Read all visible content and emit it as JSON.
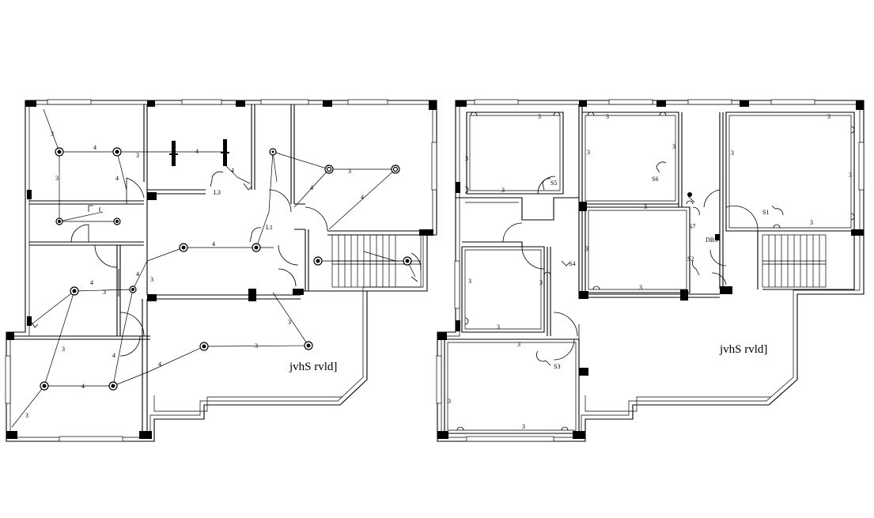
{
  "drawing": {
    "left_plan_title": "jvhS rvld]",
    "right_plan_title": "jvhS rvld]"
  },
  "switch_tags": {
    "l1": "L1",
    "l3": "L3",
    "s1": "S1",
    "s2": "S2",
    "s3": "S3",
    "s4": "S4",
    "s5": "S5",
    "s6": "S6",
    "s7": "S7",
    "db": "DB3"
  },
  "wire_counts": [
    "4",
    "3"
  ]
}
